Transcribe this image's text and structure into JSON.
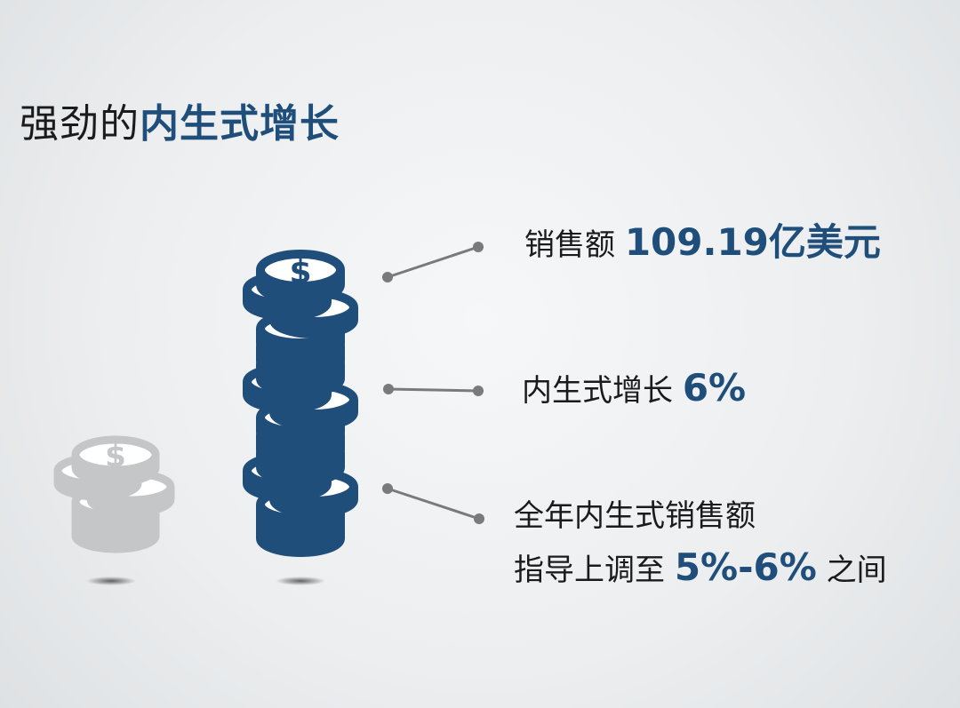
{
  "title": {
    "prefix": "强劲的",
    "highlight": "内生式增长"
  },
  "stats": [
    {
      "label": "销售额 ",
      "value": "109.19亿美元"
    },
    {
      "label": "内生式增长 ",
      "value": "6%"
    },
    {
      "line1": "全年内生式销售额",
      "line2_prefix": "指导上调至 ",
      "line2_value": "5%-6%",
      "line2_suffix": " 之间"
    }
  ],
  "icons": {
    "main_stack": "coin-stack-icon",
    "small_stack": "coin-stack-icon",
    "coin_symbol": "$"
  },
  "colors": {
    "accent": "#1f4e7b",
    "text": "#1b1b1b",
    "connector": "#7a7a7a",
    "faded_coin": "#c4c6c8"
  }
}
